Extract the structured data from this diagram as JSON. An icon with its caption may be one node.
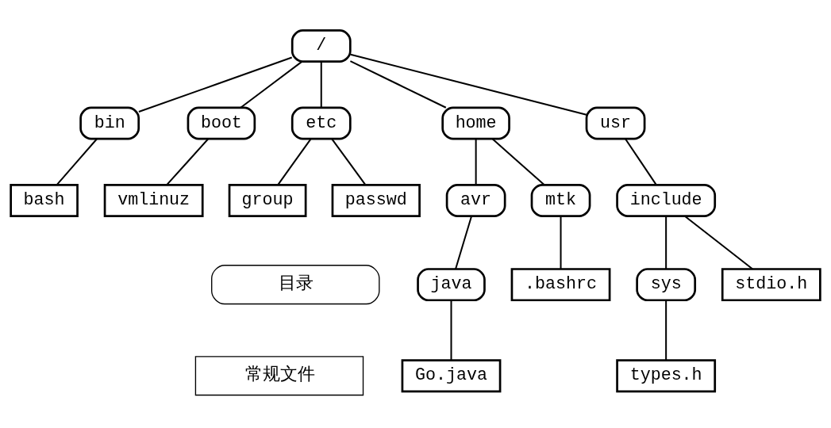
{
  "diagram": {
    "nodes": [
      {
        "text": [
          "/"
        ]
      },
      {
        "text": [
          "bin"
        ]
      },
      {
        "text": [
          "boot"
        ]
      },
      {
        "text": [
          "etc"
        ]
      },
      {
        "text": [
          "home"
        ]
      },
      {
        "text": [
          "usr"
        ]
      },
      {
        "text": [
          "bash"
        ]
      },
      {
        "text": [
          "vmlinuz"
        ]
      },
      {
        "text": [
          "group"
        ]
      },
      {
        "text": [
          "passwd"
        ]
      },
      {
        "text": [
          "avr"
        ]
      },
      {
        "text": [
          "mtk"
        ]
      },
      {
        "text": [
          "include"
        ]
      },
      {
        "text": [
          "java"
        ]
      },
      {
        "text": [
          ".bashrc"
        ]
      },
      {
        "text": [
          "sys"
        ]
      },
      {
        "text": [
          "stdio.h"
        ]
      },
      {
        "text": [
          "Go.java"
        ]
      },
      {
        "text": [
          "types.h"
        ]
      }
    ],
    "edges": [
      {
        "from": 0,
        "to": 1,
        "arrow": "none"
      },
      {
        "from": 0,
        "to": 2,
        "arrow": "none"
      },
      {
        "from": 0,
        "to": 3,
        "arrow": "none"
      },
      {
        "from": 0,
        "to": 4,
        "arrow": "none"
      },
      {
        "from": 0,
        "to": 5,
        "arrow": "none"
      },
      {
        "from": 1,
        "to": 6,
        "arrow": "none"
      },
      {
        "from": 2,
        "to": 7,
        "arrow": "none"
      },
      {
        "from": 3,
        "to": 8,
        "arrow": "none"
      },
      {
        "from": 3,
        "to": 9,
        "arrow": "none"
      },
      {
        "from": 4,
        "to": 10,
        "arrow": "none"
      },
      {
        "from": 4,
        "to": 11,
        "arrow": "none"
      },
      {
        "from": 5,
        "to": 12,
        "arrow": "none"
      },
      {
        "from": 10,
        "to": 13,
        "arrow": "none"
      },
      {
        "from": 11,
        "to": 14,
        "arrow": "none"
      },
      {
        "from": 12,
        "to": 15,
        "arrow": "none"
      },
      {
        "from": 12,
        "to": 16,
        "arrow": "none"
      },
      {
        "from": 13,
        "to": 17,
        "arrow": "none"
      },
      {
        "from": 15,
        "to": 18,
        "arrow": "none"
      }
    ],
    "legend": [
      {
        "text": "目录"
      },
      {
        "text": "常规文件"
      }
    ]
  }
}
